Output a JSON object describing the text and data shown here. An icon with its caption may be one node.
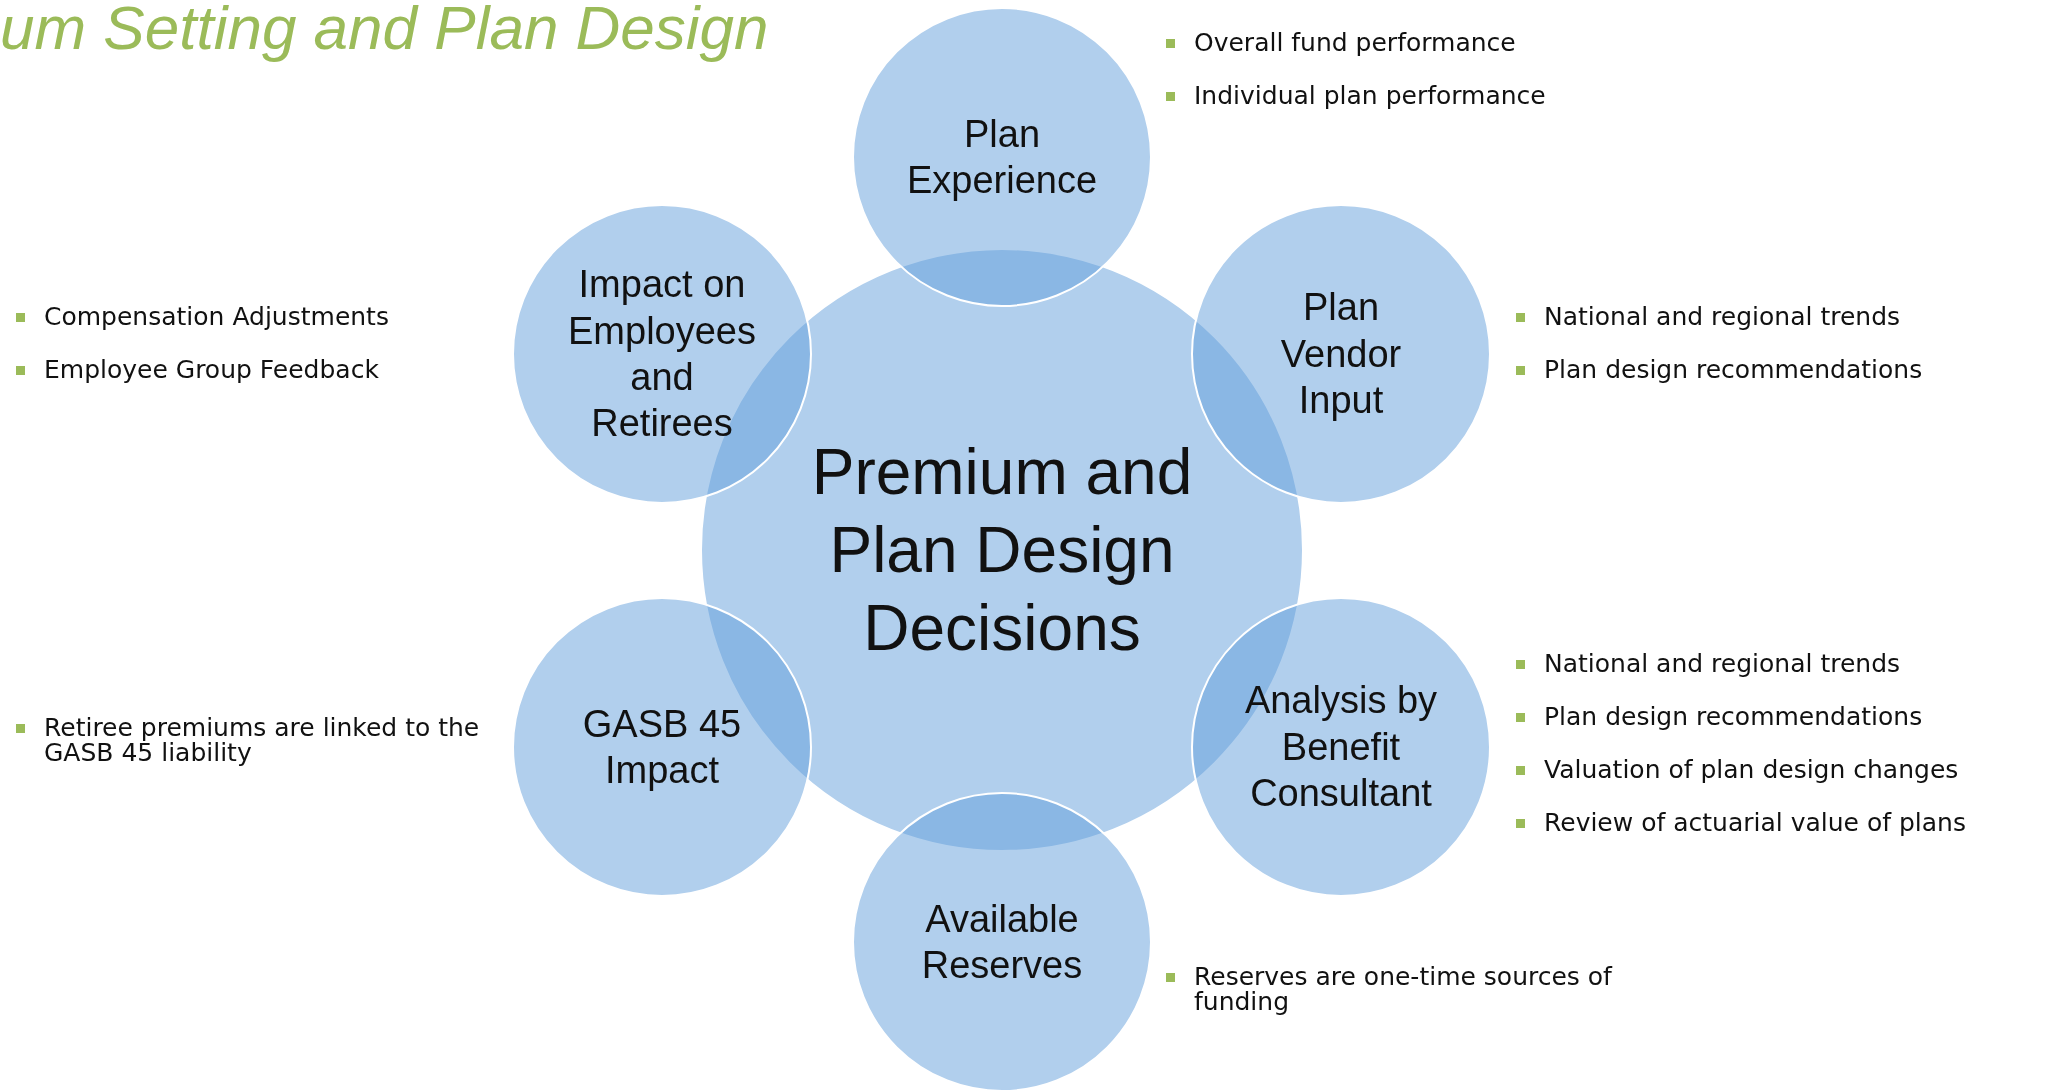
{
  "diagram": {
    "title": "um Setting and Plan Design",
    "nodes": [
      {
        "text": [
          "Premium and Plan Design Decisions"
        ]
      },
      {
        "text": [
          "Plan Experience"
        ],
        "beside": [
          "Overall fund performance",
          "Individual plan performance"
        ]
      },
      {
        "text": [
          "Plan Vendor Input"
        ],
        "beside": [
          "National and regional trends",
          "Plan design recommendations"
        ]
      },
      {
        "text": [
          "Analysis by Benefit Consultant"
        ],
        "beside": [
          "National and regional trends",
          "Plan design recommendations",
          "Valuation of plan design changes",
          "Review of actuarial value of plans"
        ]
      },
      {
        "text": [
          "Available Reserves"
        ],
        "beside": [
          "Reserves are one-time sources of funding"
        ]
      },
      {
        "text": [
          "GASB 45 Impact"
        ],
        "beside": [
          "Retiree premiums are linked to the GASB 45 liability"
        ]
      },
      {
        "text": [
          "Impact on Employees and Retirees"
        ],
        "beside": [
          "Compensation Adjustments",
          "Employee Group Feedback"
        ]
      }
    ],
    "edges": []
  }
}
